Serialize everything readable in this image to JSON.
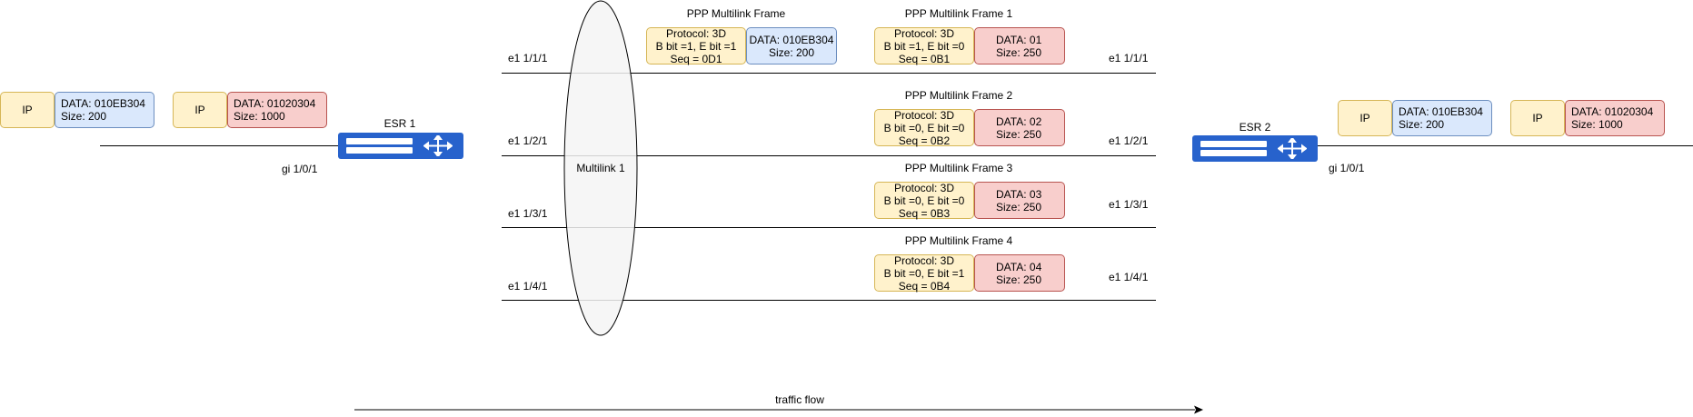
{
  "routers": {
    "esr1": {
      "name": "ESR 1",
      "port": "gi 1/0/1"
    },
    "esr2": {
      "name": "ESR 2",
      "port": "gi 1/0/1"
    }
  },
  "packets": {
    "in": [
      {
        "header": "IP",
        "data": [
          "DATA: 010EB304",
          "Size: 200"
        ]
      },
      {
        "header": "IP",
        "data": [
          "DATA: 01020304",
          "Size: 1000"
        ]
      }
    ],
    "out": [
      {
        "header": "IP",
        "data": [
          "DATA: 010EB304",
          "Size: 200"
        ]
      },
      {
        "header": "IP",
        "data": [
          "DATA: 01020304",
          "Size: 1000"
        ]
      }
    ]
  },
  "multilink": {
    "label": "Multilink 1"
  },
  "links": [
    {
      "left": "e1 1/1/1",
      "right": "e1 1/1/1"
    },
    {
      "left": "e1 1/2/1",
      "right": "e1 1/2/1"
    },
    {
      "left": "e1 1/3/1",
      "right": "e1 1/3/1"
    },
    {
      "left": "e1 1/4/1",
      "right": "e1 1/4/1"
    }
  ],
  "frame0": {
    "title": "PPP Multilink Frame",
    "header": [
      "Protocol: 3D",
      "B bit =1, E bit =1",
      "Seq = 0D1"
    ],
    "data": [
      "DATA: 010EB304",
      "Size: 200"
    ]
  },
  "frames": [
    {
      "title": "PPP Multilink Frame 1",
      "header": [
        "Protocol: 3D",
        "B bit =1, E bit =0",
        "Seq = 0B1"
      ],
      "data": [
        "DATA: 01",
        "Size: 250"
      ]
    },
    {
      "title": "PPP Multilink Frame 2",
      "header": [
        "Protocol: 3D",
        "B bit =0, E bit =0",
        "Seq = 0B2"
      ],
      "data": [
        "DATA: 02",
        "Size: 250"
      ]
    },
    {
      "title": "PPP Multilink Frame 3",
      "header": [
        "Protocol: 3D",
        "B bit =0, E bit =0",
        "Seq = 0B3"
      ],
      "data": [
        "DATA: 03",
        "Size: 250"
      ]
    },
    {
      "title": "PPP Multilink Frame 4",
      "header": [
        "Protocol: 3D",
        "B bit =0, E bit =1",
        "Seq = 0B4"
      ],
      "data": [
        "DATA: 04",
        "Size: 250"
      ]
    }
  ],
  "traffic_flow": "traffic flow",
  "colors": {
    "router": "#2762cc",
    "header_fill": "#fff2cc",
    "blue_fill": "#dae8fc",
    "red_fill": "#f8cecc"
  }
}
